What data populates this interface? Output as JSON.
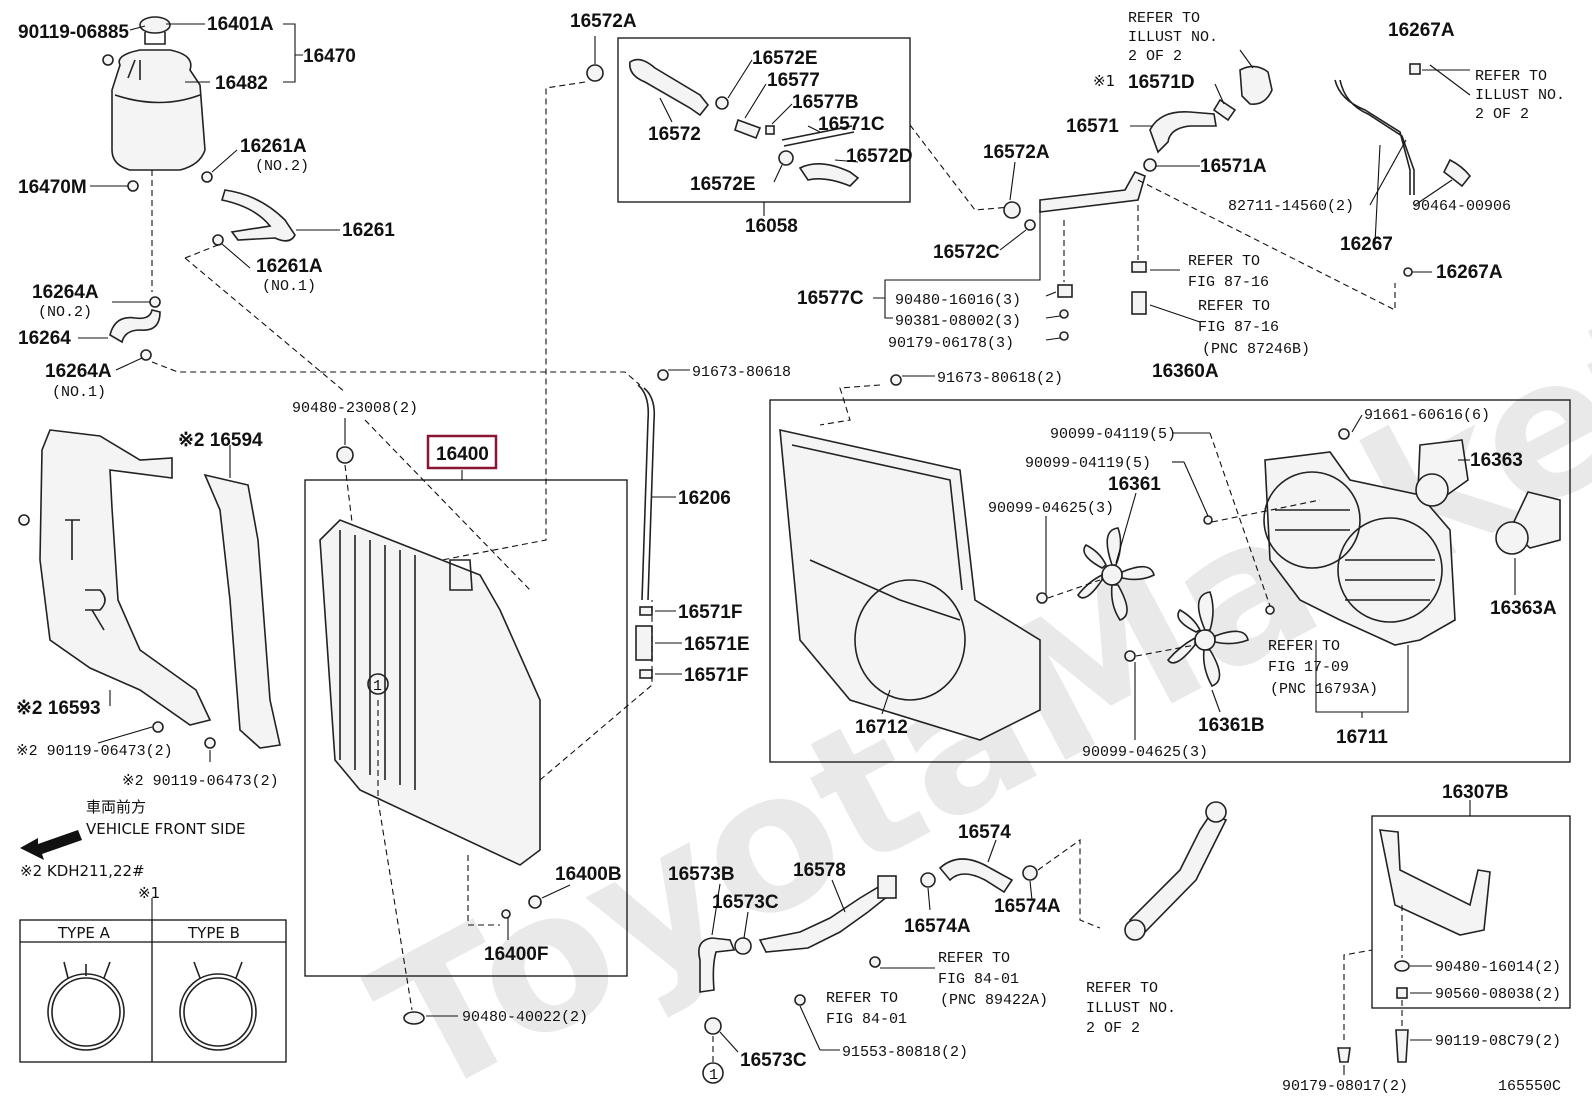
{
  "diagram": {
    "figure_id": "165550C",
    "watermark": "ToyotaMarket.ru",
    "highlighted_part": "16400",
    "reservoir_group": {
      "p90119_06885": "90119-06885",
      "p16401A": "16401A",
      "p16470": "16470",
      "p16482": "16482",
      "p16470M": "16470M",
      "p16261A_2": "16261A",
      "no2": "(NO.2)",
      "p16261": "16261",
      "p16261A_1": "16261A",
      "no1": "(NO.1)",
      "p16264A_2": "16264A",
      "p16264": "16264",
      "p16264A_1": "16264A"
    },
    "hose_group": {
      "p16572A_top": "16572A",
      "p16572E_1": "16572E",
      "p16577": "16577",
      "p16577B": "16577B",
      "p16571C": "16571C",
      "p16572": "16572",
      "p16572D": "16572D",
      "p16572E_2": "16572E",
      "p16058": "16058"
    },
    "top_right": {
      "refer_illust_1": "REFER TO",
      "refer_illust_2": "ILLUST NO.",
      "refer_illust_3": "2 OF 2",
      "star1": "※1",
      "p16571D": "16571D",
      "p16571": "16571",
      "p16571A": "16571A",
      "p16572A": "16572A",
      "p16572C": "16572C",
      "p16577C": "16577C",
      "b90480_16016": "90480-16016(3)",
      "b90381_08002": "90381-08002(3)",
      "b90179_06178": "90179-06178(3)",
      "refer_87_16_a1": "REFER TO",
      "refer_87_16_a2": "FIG 87-16",
      "refer_87_16_b1": "REFER TO",
      "refer_87_16_b2": "FIG 87-16",
      "pnc_87246B": "(PNC 87246B)",
      "p16267A_top": "16267A",
      "refer_illust2_1": "REFER TO",
      "refer_illust2_2": "ILLUST NO.",
      "refer_illust2_3": "2 OF 2",
      "p82711": "82711-14560(2)",
      "p90464": "90464-00906",
      "p16267": "16267",
      "p16267A": "16267A"
    },
    "left_group": {
      "b91673_80618": "91673-80618",
      "b90480_23008": "90480-23008(2)",
      "s2_16594": "※2 16594",
      "p16400": "16400",
      "p16206": "16206",
      "s2_16593": "※2 16593",
      "s2_90119_a": "※2 90119-06473(2)",
      "s2_90119_b": "※2 90119-06473(2)",
      "front_jp": "車両前方",
      "front_en": "VEHICLE FRONT SIDE",
      "kdh": "※2  KDH211,22#",
      "star1": "※1",
      "type_a": "TYPE A",
      "type_b": "TYPE B",
      "p16571F_1": "16571F",
      "p16571E": "16571E",
      "p16571F_2": "16571F",
      "p16400B": "16400B",
      "p16400F": "16400F",
      "b90480_40022": "90480-40022(2)",
      "circle1": "1"
    },
    "fan_group": {
      "b91673_80618_2": "91673-80618(2)",
      "p16360A": "16360A",
      "b90099_04119_a": "90099-04119(5)",
      "b91661_60616": "91661-60616(6)",
      "b90099_04119_b": "90099-04119(5)",
      "p16363": "16363",
      "p16361": "16361",
      "b90099_04625_a": "90099-04625(3)",
      "p16363A": "16363A",
      "refer_17_09_1": "REFER TO",
      "refer_17_09_2": "FIG 17-09",
      "pnc_16793A": "(PNC 16793A)",
      "p16712": "16712",
      "p16361B": "16361B",
      "b90099_04625_b": "90099-04625(3)",
      "p16711": "16711"
    },
    "bottom_group": {
      "p16574": "16574",
      "p16573B": "16573B",
      "p16578": "16578",
      "p16573C_1": "16573C",
      "p16574A_1": "16574A",
      "p16574A_2": "16574A",
      "refer_84_01_a1": "REFER TO",
      "refer_84_01_a2": "FIG 84-01",
      "pnc_89422A": "(PNC 89422A)",
      "refer_84_01_b1": "REFER TO",
      "refer_84_01_b2": "FIG 84-01",
      "refer_illust3_1": "REFER TO",
      "refer_illust3_2": "ILLUST NO.",
      "refer_illust3_3": "2 OF 2",
      "b91553_80818": "91553-80818(2)",
      "p16573C_2": "16573C",
      "circle1": "1"
    },
    "bracket_group": {
      "p16307B": "16307B",
      "b90480_16014": "90480-16014(2)",
      "b90560_08038": "90560-08038(2)",
      "b90119_08C79": "90119-08C79(2)",
      "b90179_08017": "90179-08017(2)"
    }
  }
}
